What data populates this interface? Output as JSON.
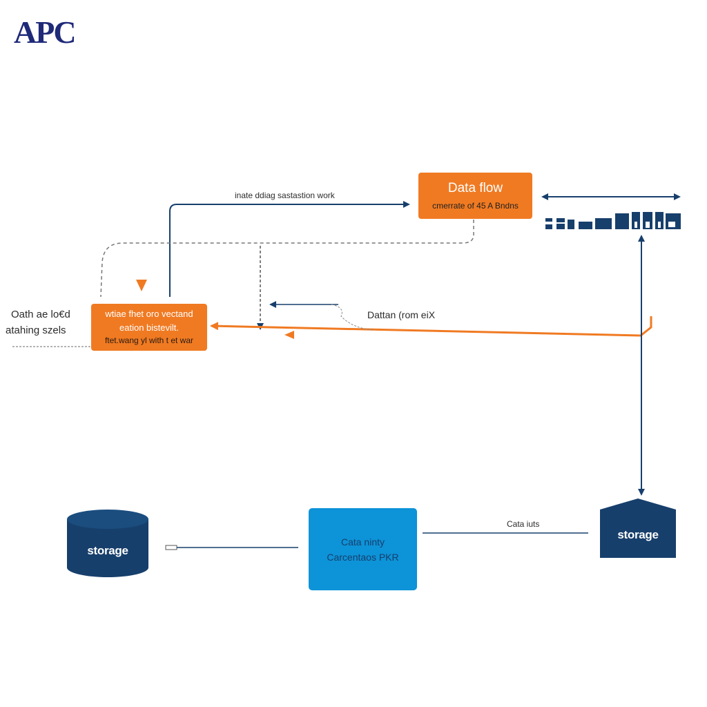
{
  "logo": {
    "text": "APC"
  },
  "colors": {
    "orange": "#f07a22",
    "navy": "#173f6c",
    "blue": "#0d93d8",
    "logo": "#1f2a78"
  },
  "labels": {
    "top_arrow": "inate ddiag sastastion work",
    "left_line1": "Oath ae lo€d",
    "left_line2": "atahing szels",
    "mid_arrow": "Dattan (rom eiX",
    "bottom_right": "Cata iuts"
  },
  "data_flow_box": {
    "title": "Data flow",
    "subtitle": "cmerrate of 45 A Bndns"
  },
  "left_box": {
    "lines": [
      "wtiae fhet oro vectand",
      "eation bistevilt.",
      "ftet.wang yl with t et war"
    ]
  },
  "center_box": {
    "lines": [
      "Cata ninty",
      "Carcentaos PKR"
    ]
  },
  "storage_left": {
    "label": "storage"
  },
  "storage_right": {
    "label": "storage"
  },
  "bar_strip": {
    "icon": "bar-chart-icon"
  }
}
